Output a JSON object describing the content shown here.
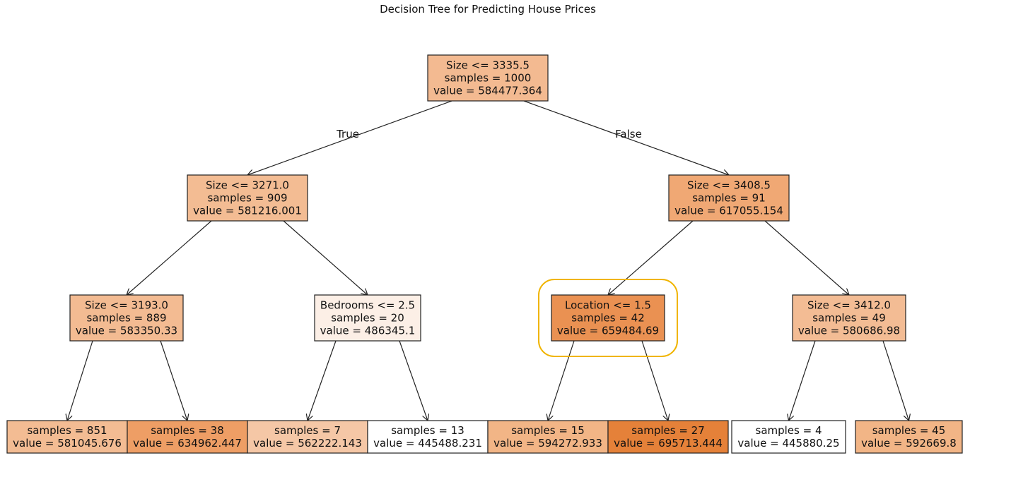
{
  "title": "Decision Tree for Predicting House Prices",
  "branch_labels": {
    "true": "True",
    "false": "False"
  },
  "highlight_color": "#f0b400",
  "nodes": [
    {
      "id": "root",
      "lines": [
        "Size <= 3335.5",
        "samples = 1000",
        "value = 584477.364"
      ],
      "fill": "#f3ba91"
    },
    {
      "id": "n1",
      "lines": [
        "Size <= 3271.0",
        "samples = 909",
        "value = 581216.001"
      ],
      "fill": "#f3bc93"
    },
    {
      "id": "n2",
      "lines": [
        "Size <= 3408.5",
        "samples = 91",
        "value = 617055.154"
      ],
      "fill": "#f0a874"
    },
    {
      "id": "n3",
      "lines": [
        "Size <= 3193.0",
        "samples = 889",
        "value = 583350.33"
      ],
      "fill": "#f3bb92"
    },
    {
      "id": "n4",
      "lines": [
        "Bedrooms <= 2.5",
        "samples = 20",
        "value = 486345.1"
      ],
      "fill": "#fcefe6"
    },
    {
      "id": "n5",
      "lines": [
        "Location <= 1.5",
        "samples = 42",
        "value = 659484.69"
      ],
      "fill": "#ea9152"
    },
    {
      "id": "n6",
      "lines": [
        "Size <= 3412.0",
        "samples = 49",
        "value = 580686.98"
      ],
      "fill": "#f3bc94"
    },
    {
      "id": "l1",
      "lines": [
        "samples = 851",
        "value = 581045.676"
      ],
      "fill": "#f3bc93"
    },
    {
      "id": "l2",
      "lines": [
        "samples = 38",
        "value = 634962.447"
      ],
      "fill": "#ee9e65"
    },
    {
      "id": "l3",
      "lines": [
        "samples = 7",
        "value = 562222.143"
      ],
      "fill": "#f5c7a6"
    },
    {
      "id": "l4",
      "lines": [
        "samples = 13",
        "value = 445488.231"
      ],
      "fill": "#ffffff"
    },
    {
      "id": "l5",
      "lines": [
        "samples = 15",
        "value = 594272.933"
      ],
      "fill": "#f2b586"
    },
    {
      "id": "l6",
      "lines": [
        "samples = 27",
        "value = 695713.444"
      ],
      "fill": "#e58139"
    },
    {
      "id": "l7",
      "lines": [
        "samples = 4",
        "value = 445880.25"
      ],
      "fill": "#ffffff"
    },
    {
      "id": "l8",
      "lines": [
        "samples = 45",
        "value = 592669.8"
      ],
      "fill": "#f2b586"
    }
  ],
  "edges": [
    {
      "from": "root",
      "to": "n1"
    },
    {
      "from": "root",
      "to": "n2"
    },
    {
      "from": "n1",
      "to": "n3"
    },
    {
      "from": "n1",
      "to": "n4"
    },
    {
      "from": "n2",
      "to": "n5"
    },
    {
      "from": "n2",
      "to": "n6"
    },
    {
      "from": "n3",
      "to": "l1"
    },
    {
      "from": "n3",
      "to": "l2"
    },
    {
      "from": "n4",
      "to": "l3"
    },
    {
      "from": "n4",
      "to": "l4"
    },
    {
      "from": "n5",
      "to": "l5"
    },
    {
      "from": "n5",
      "to": "l6"
    },
    {
      "from": "n6",
      "to": "l7"
    },
    {
      "from": "n6",
      "to": "l8"
    }
  ],
  "highlighted_node": "n5"
}
